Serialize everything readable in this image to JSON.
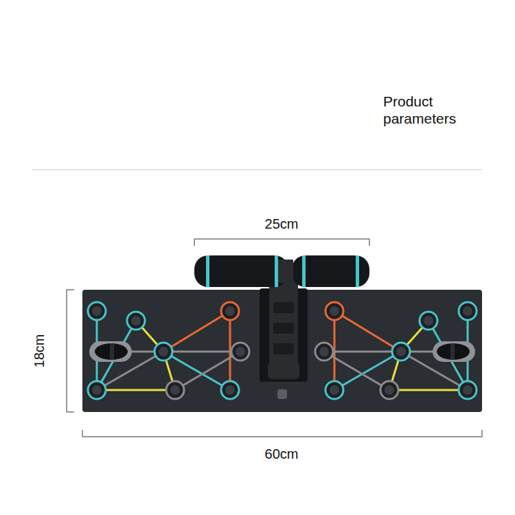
{
  "diagram": {
    "title": "Product parameters",
    "labels": [
      "25cm",
      "18cm",
      "60cm"
    ]
  }
}
